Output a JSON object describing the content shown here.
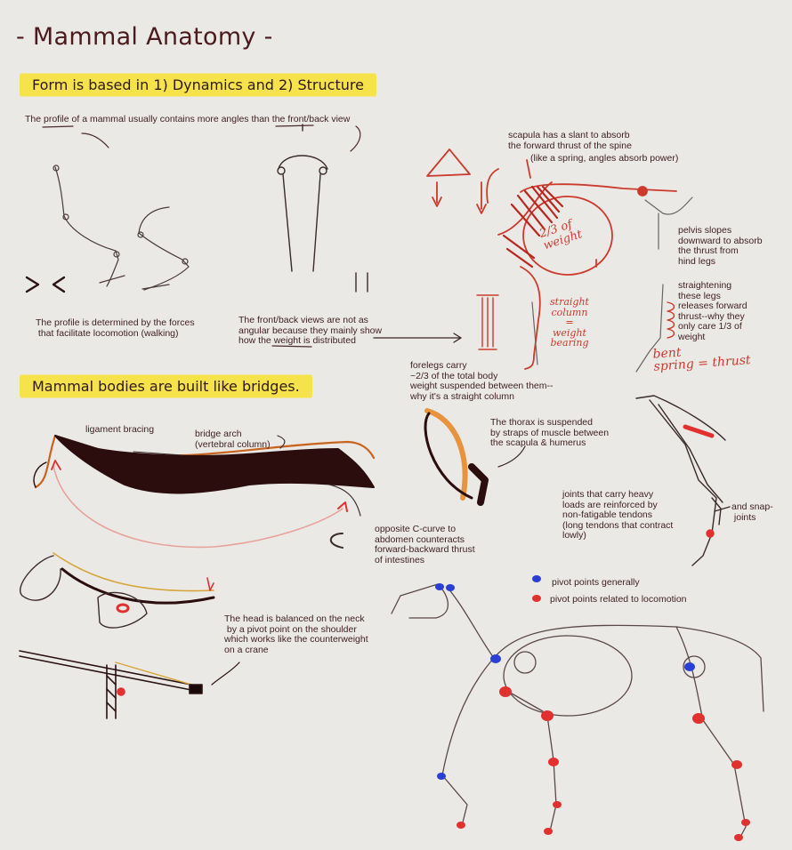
{
  "title": "- Mammal Anatomy -",
  "heading_form": "Form is based in 1) Dynamics and 2) Structure",
  "heading_bridges": "Mammal bodies are built like bridges.",
  "notes": {
    "profile_angles": "The profile of a mammal usually contains more angles than the front/back view",
    "profile_forces": "The profile is determined by the forces\n that facilitate locomotion (walking)",
    "front_back": "The front/back views are not as\nangular because they mainly show\nhow the weight is distributed",
    "scapula": "scapula has a slant to absorb\nthe forward thrust of the spine",
    "spring": "(like a spring, angles absorb power)",
    "pelvis": "pelvis slopes\ndownward to absorb\nthe thrust from\nhind legs",
    "straightening": "straightening\nthese legs\nreleases forward\nthrust--why they\nonly care 1/3 of\nweight",
    "forelegs": "forelegs carry\n~2/3 of the total body\nweight suspended between them--\nwhy it's a straight column",
    "ligament": "ligament bracing",
    "bridge_arch": "bridge arch\n(vertebral column)",
    "thorax": "The thorax is suspended\nby straps of muscle between\nthe scapula & humerus",
    "opposite": "opposite C-curve to\nabdomen counteracts\nforward-backward thrust\nof intestines",
    "joints": "joints that carry heavy\nloads are reinforced by\nnon-fatigable tendons\n(long tendons that contract\nlowly)",
    "snap": "and snap-\n joints",
    "head_balance": "The head is balanced on the neck\n by a pivot point on the shoulder\nwhich works like the counterweight\non a crane"
  },
  "handwritten": {
    "two_thirds": "2/3 of\nweight",
    "straight_column": "straight\ncolumn\n=\nweight\nbearing",
    "bent_spring": "bent\nspring = thrust"
  },
  "legend": {
    "blue_label": "pivot points generally",
    "red_label": "pivot points related to locomotion",
    "blue_color": "#2a3fd6",
    "red_color": "#e03030"
  }
}
